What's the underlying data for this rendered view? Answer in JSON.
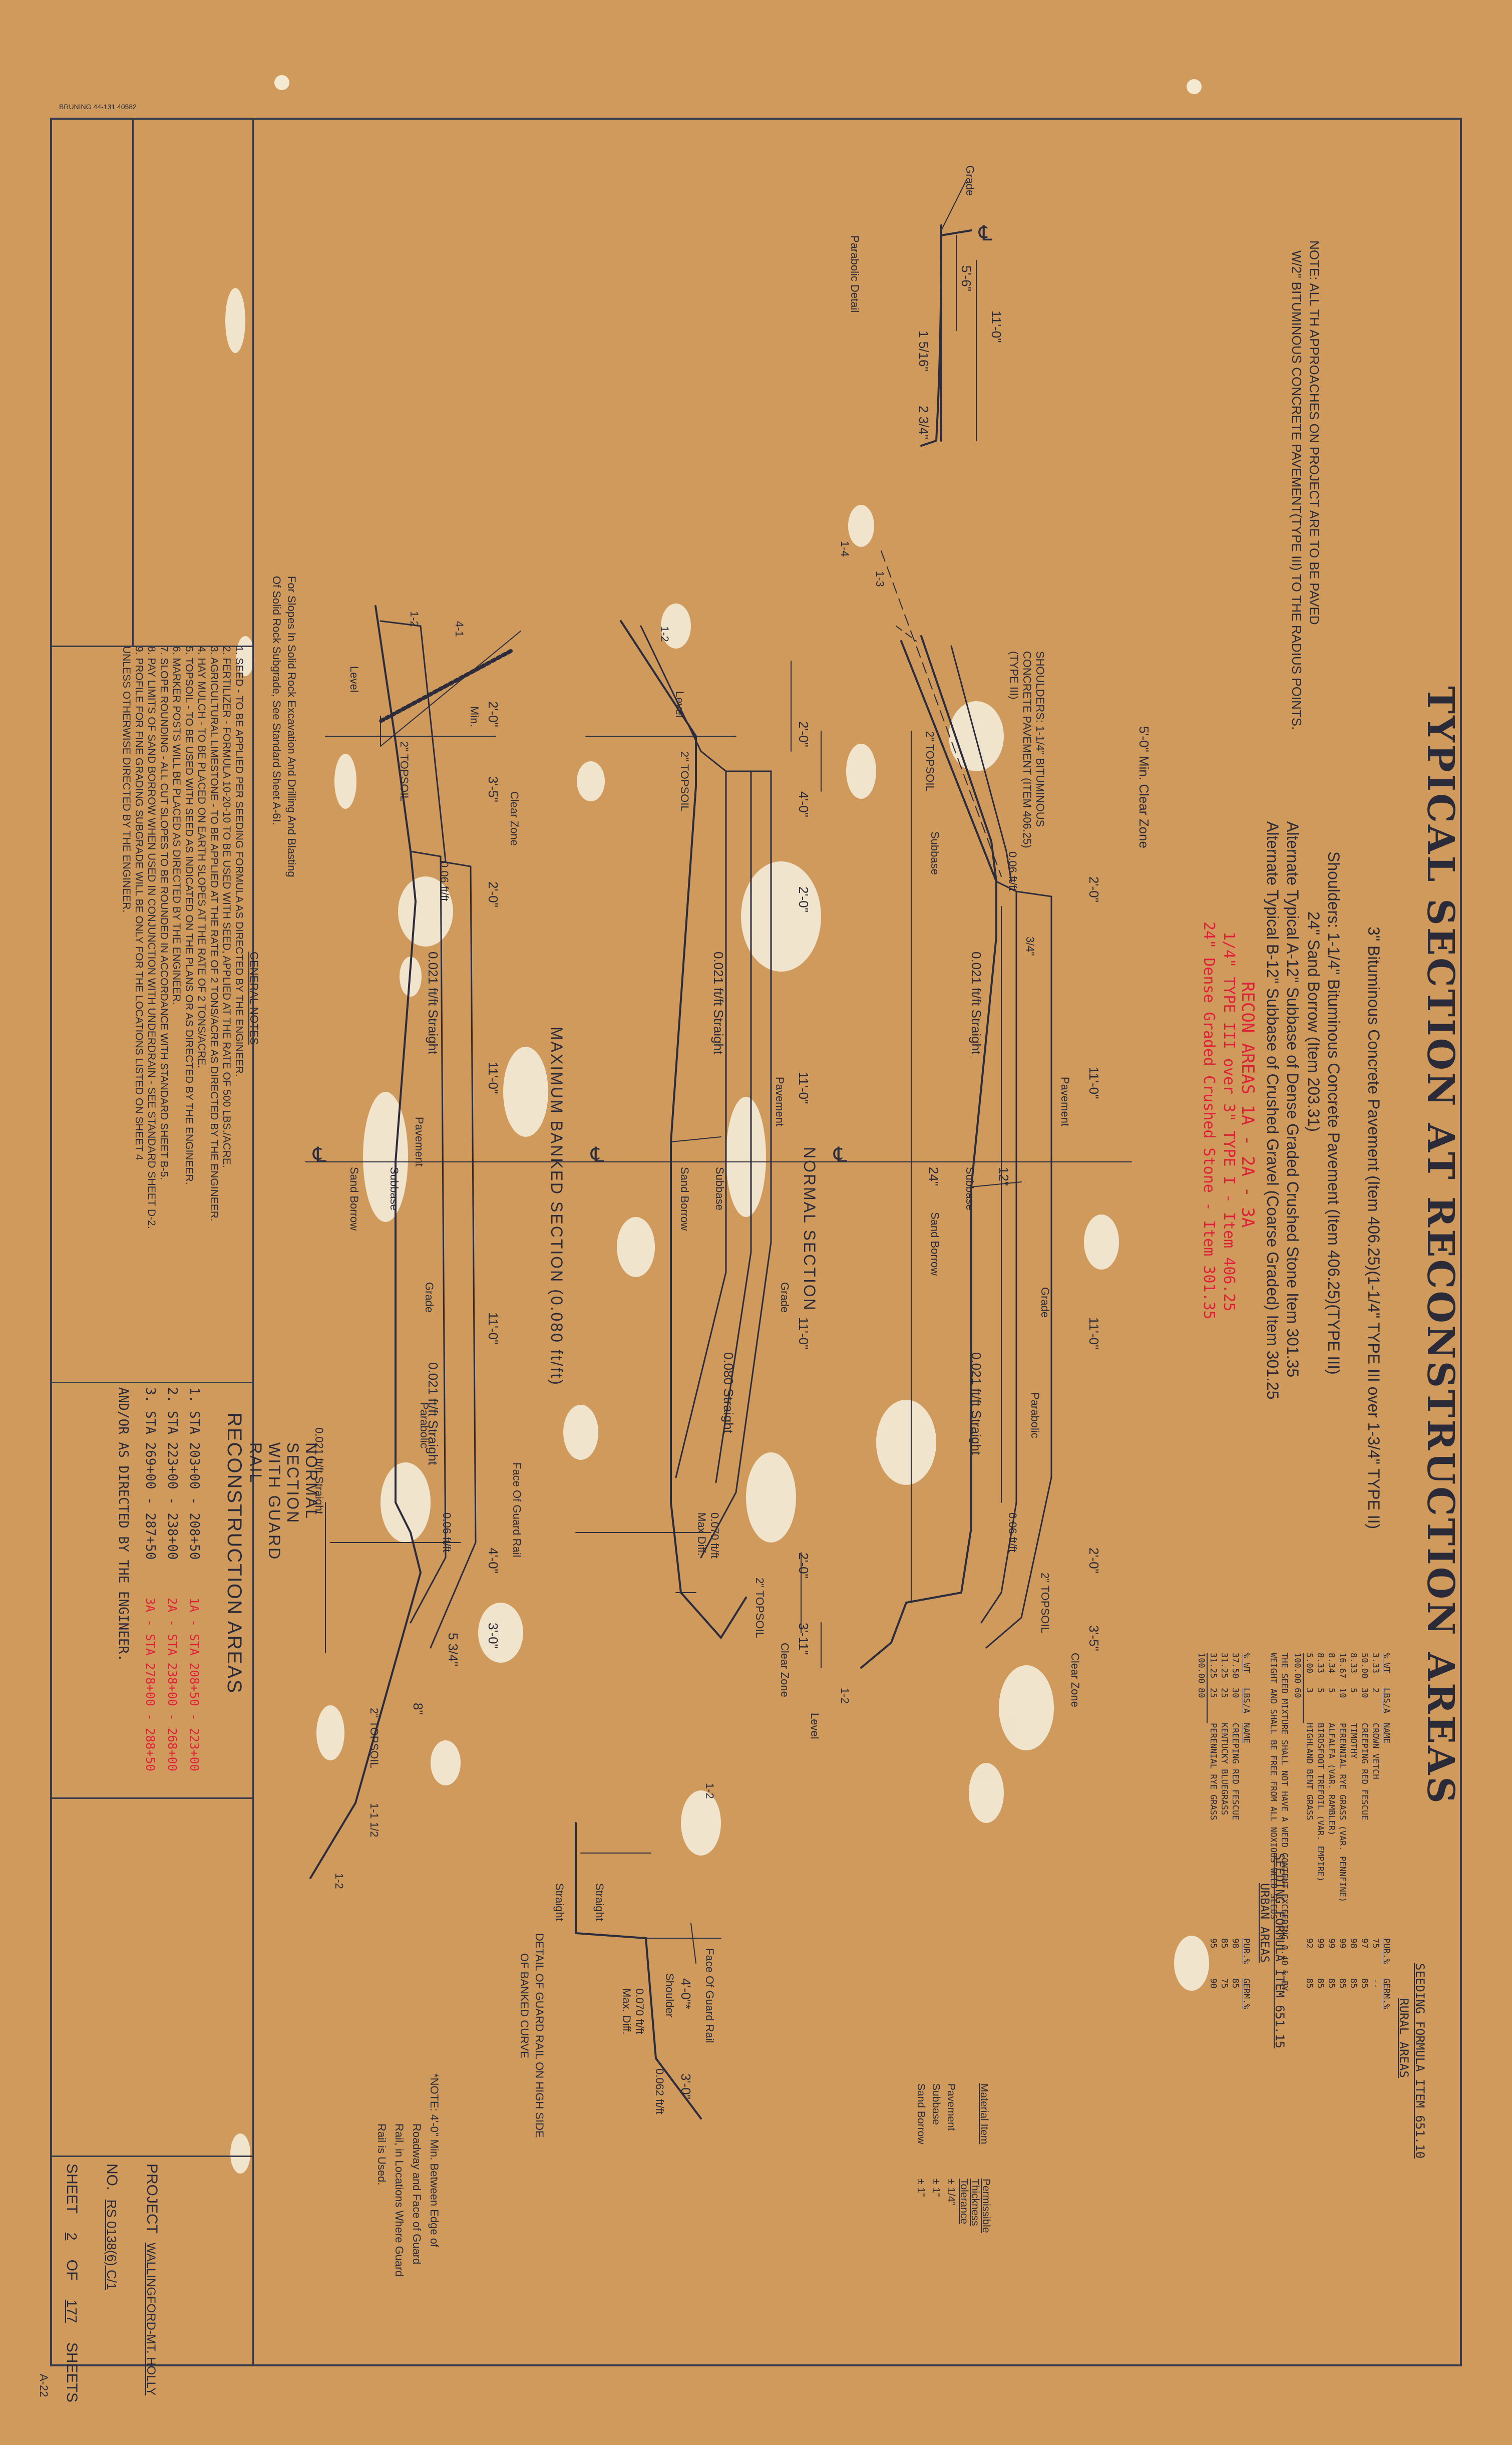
{
  "header": {
    "stamp": "BRUNING 44-131 40582",
    "title": "TYPICAL SECTION AT RECONSTRUCTION AREAS",
    "pavement_line": "3\" Bituminous Concrete Pavement (Item 406.25)(1-1/4\" TYPE III over 1-3/4\" TYPE II)",
    "shoulders_line": "Shoulders: 1-1/4\" Bituminous Concrete Pavement (Item 406.25)(TYPE III)",
    "sand_borrow_line": "24\" Sand Borrow (Item 203.31)",
    "alt_a_line": "Alternate Typical A-12\" Subbase of Dense Graded Crushed Stone Item 301.35",
    "alt_b_line": "Alternate Typical B-12\" Subbase of Crushed Gravel (Coarse Graded) Item 301.25"
  },
  "red_notes": {
    "line1": "RECON AREAS 1A - 2A - 3A",
    "line2": "1/4\" TYPE III over 3\" TYPE I - Item 406.25",
    "line3": "24\" Dense Graded Crushed Stone - Item 301.35"
  },
  "top_note": {
    "line1": "NOTE: ALL TH APPROACHES ON PROJECT ARE TO BE PAVED",
    "line2": "W/2\" BITUMINOUS CONCRETE PAVEMENT(TYPE III) TO THE RADIUS POINTS."
  },
  "parabolic_detail": {
    "title": "Parabolic Detail",
    "grade": "Grade",
    "dim_11": "11'-0\"",
    "dim_5_6": "5'-6\"",
    "dim_1_5_16": "1 5/16\"",
    "dim_2_3_4": "2 3/4\"",
    "cl": "C"
  },
  "normal_section": {
    "title": "NORMAL SECTION",
    "min_clear_zone": "5'-0\" Min. Clear Zone",
    "shoulders_note": "SHOULDERS: 1-1/4\" BITUMINOUS CONCRETE PAVEMENT (ITEM 406.25)(TYPE III)",
    "dim_2_0": "2'-0\"",
    "dim_11_0": "11'-0\"",
    "slope_0021": "0.021 ft/ft Straight",
    "slope_006": "0.06 ft/ft",
    "topsoil": "2\" TOPSOIL",
    "subbase": "Subbase",
    "sand_borrow": "Sand Borrow",
    "pavement": "Pavement",
    "grade": "Grade",
    "parabolic": "Parabolic",
    "dim_12": "12\"",
    "dim_24": "24\"",
    "dim_3_4": "3/4\"",
    "dim_3_5": "3'-5\"",
    "clear_zone": "Clear Zone",
    "level": "Level",
    "slope_13": "1-3",
    "slope_14": "1-4",
    "slope_12": "1-2"
  },
  "banked_section": {
    "title": "MAXIMUM BANKED SECTION (0.080 ft/ft)",
    "dim_2_0": "2'-0\"",
    "dim_4_0": "4'-0\"",
    "dim_11_0": "11'-0\"",
    "dim_3_11": "3'-11\"",
    "slope_0021": "0.021 ft/ft Straight",
    "slope_008": "0.080 Straight",
    "slope_007": "0.070 ft/ft Max Diff.",
    "topsoil": "2\" TOPSOIL",
    "subbase": "Subbase",
    "sand_borrow": "Sand Borrow",
    "pavement": "Pavement",
    "grade": "Grade",
    "clear_zone": "Clear Zone",
    "level": "Level",
    "slope_12": "1-2"
  },
  "guardrail_section": {
    "title": "NORMAL SECTION WITH GUARD RAIL",
    "dim_2_0": "2'-0\"",
    "dim_3_5": "3'-5\"",
    "dim_11_0": "11'-0\"",
    "dim_4_0": "4'-0\"",
    "dim_3_0": "3'-0\"",
    "dim_5_3_4": "5 3/4\"",
    "dim_8": "8\"",
    "dim_min": "Min.",
    "slope_0021": "0.021 ft/ft Straight",
    "slope_006": "0.06 ft/ft",
    "topsoil": "2\" TOPSOIL",
    "subbase": "Subbase",
    "sand_borrow": "Sand Borrow",
    "pavement": "Pavement",
    "grade": "Grade",
    "parabolic": "Parabolic",
    "face_guard_rail": "Face Of Guard Rail",
    "clear_zone": "Clear Zone",
    "level": "Level",
    "slope_41": "4-1",
    "slope_12": "1-2",
    "slope_1_5": "1-1 1/2"
  },
  "rock_note": {
    "line1": "For Slopes In Solid Rock Excavation And Drilling And Blasting",
    "line2": "Of Solid Rock Subgrade, See Standard Sheet A-6I."
  },
  "general_notes": {
    "title": "GENERAL NOTES",
    "items": [
      "1. SEED - TO BE APPLIED PER SEEDING FORMULA AS DIRECTED BY THE ENGINEER.",
      "2. FERTILIZER - FORMULA 10-20-10 TO BE USED WITH SEED, APPLIED AT THE RATE OF 500 LBS./ACRE.",
      "3. AGRICULTURAL LIMESTONE - TO BE APPLIED AT THE RATE OF 2 TONS/ACRE AS DIRECTED BY THE ENGINEER.",
      "4. HAY MULCH - TO BE PLACED ON EARTH SLOPES AT THE RATE OF 2 TONS/ACRE.",
      "5. TOPSOIL - TO BE USED WITH SEED AS INDICATED ON THE PLANS OR AS DIRECTED BY THE ENGINEER.",
      "6. MARKER POSTS WILL BE PLACED AS DIRECTED BY THE ENGINEER.",
      "7. SLOPE ROUNDING - ALL CUT SLOPES TO BE ROUNDED IN ACCORDANCE WITH STANDARD SHEET B-5.",
      "8. PAY LIMITS OF SAND BORROW WHEN USED IN CONJUNCTION WITH UNDERDRAIN - SEE STANDARD SHEET D-2.",
      "9. PROFILE FOR FINE GRADING SUBGRADE WILL BE ONLY FOR THE LOCATIONS LISTED ON SHEET 4",
      "UNLESS OTHERWISE DIRECTED BY THE ENGINEER."
    ]
  },
  "reconstruction_areas": {
    "title": "RECONSTRUCTION AREAS",
    "items": [
      "1. STA 203+00 - 208+50",
      "2. STA 223+00 - 238+00",
      "3. STA 269+00 - 287+50"
    ],
    "red_items": [
      "1A - STA 208+50 - 223+00",
      "2A - STA 238+00 - 268+00",
      "3A - STA 278+00 - 288+50"
    ],
    "footer": "AND/OR AS DIRECTED BY THE ENGINEER."
  },
  "seeding_rural": {
    "title": "SEEDING FORMULA ITEM 651.10",
    "subtitle": "RURAL AREAS",
    "headers": [
      "% WT",
      "LBS/A",
      "NAME",
      "PUR.%",
      "GERM.%"
    ],
    "rows": [
      [
        "3.33",
        "2",
        "CROWN VETCH",
        "75",
        "--"
      ],
      [
        "50.00",
        "30",
        "CREEPING RED FESCUE",
        "97",
        "85"
      ],
      [
        "8.33",
        "5",
        "TIMOTHY",
        "98",
        "85"
      ],
      [
        "16.67",
        "10",
        "PERENNIAL RYE GRASS (VAR. PENNFINE)",
        "99",
        "85"
      ],
      [
        "8.34",
        "5",
        "ALFALFA (VAR. RAMBLER)",
        "99",
        "85"
      ],
      [
        "8.33",
        "5",
        "BIRDSFOOT TREFOIL (VAR. EMPIRE)",
        "99",
        "85"
      ],
      [
        "5.00",
        "3",
        "HIGHLAND BENT GRASS",
        "92",
        "85"
      ],
      [
        "100.00",
        "60",
        "",
        "",
        ""
      ]
    ],
    "note1": "THE SEED MIXTURE SHALL NOT HAVE A WEED CONTENT EXCEEDING 0.40 % BY",
    "note2": "WEIGHT AND SHALL BE FREE FROM ALL NOXIOUS WEED SEEDS"
  },
  "seeding_urban": {
    "title": "SEEDING FORMULA ITEM 651.15",
    "subtitle": "URBAN AREAS",
    "headers": [
      "% WT",
      "LBS/A",
      "NAME",
      "PUR.%",
      "GERM.%"
    ],
    "rows": [
      [
        "37.50",
        "30",
        "CREEPING RED FESCUE",
        "98",
        "85"
      ],
      [
        "31.25",
        "25",
        "KENTUCKY BLUEGRASS",
        "85",
        "75"
      ],
      [
        "31.25",
        "25",
        "PERENNIAL RYE GRASS",
        "95",
        "90"
      ],
      [
        "100.00",
        "80",
        "",
        "",
        ""
      ]
    ]
  },
  "tolerance_table": {
    "headers": [
      "Material Item",
      "Permissible Thickness Tolerance"
    ],
    "rows": [
      [
        "Pavement",
        "± 1/4\""
      ],
      [
        "Subbase",
        "± 1\""
      ],
      [
        "Sand Borrow",
        "± 1\""
      ]
    ]
  },
  "guard_rail_detail": {
    "face_guard_rail": "Face Of Guard Rail",
    "dim_4_0": "4'-0\"*",
    "dim_3_0": "3'-0\"",
    "shoulder": "Shoulder",
    "straight1": "Straight",
    "straight2": "Straight",
    "diff": "0.070 ft/ft Max. Diff.",
    "slope": "0.062 ft/ft",
    "slope_12": "1-2",
    "caption1": "DETAIL OF GUARD RAIL ON HIGH SIDE",
    "caption2": "OF BANKED CURVE"
  },
  "star_note": {
    "line1": "*NOTE: 4'-0\" Min. Between Edge of",
    "line2": "Roadway and Face of Guard",
    "line3": "Rail, in Locations Where Guard",
    "line4": "Rail is Used."
  },
  "title_block": {
    "project_label": "PROJECT",
    "project_value": "WALLINGFORD-MT. HOLLY",
    "no_label": "NO.",
    "no_value": "RS 0138(6) C/1",
    "sheet_label": "SHEET",
    "sheet_value": "2",
    "of_label": "OF",
    "of_value": "177",
    "sheets_label": "SHEETS",
    "corner": "A-22"
  }
}
